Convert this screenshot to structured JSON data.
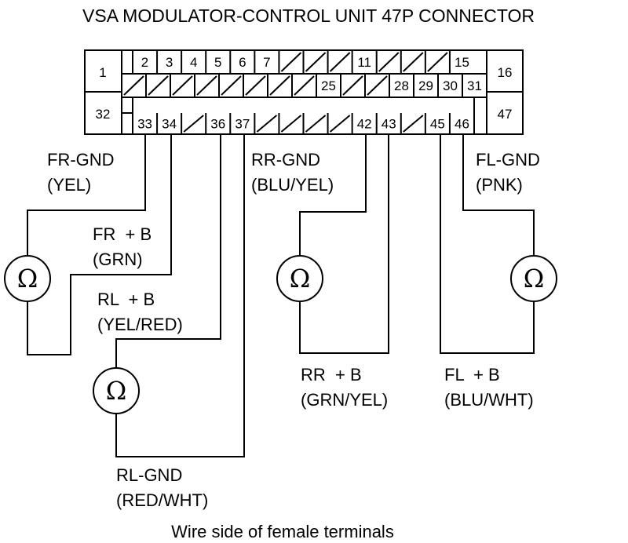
{
  "title": "VSA MODULATOR-CONTROL UNIT 47P CONNECTOR",
  "footer": "Wire side of female terminals",
  "meter_symbol": "Ω",
  "connector": {
    "corner_pins": {
      "top_left": "1",
      "top_right": "16",
      "bottom_left": "32",
      "bottom_right": "47"
    },
    "row1": [
      "2",
      "3",
      "4",
      "5",
      "6",
      "7",
      "",
      "",
      "",
      "11",
      "",
      "",
      "",
      "15"
    ],
    "row2": [
      "",
      "",
      "",
      "",
      "",
      "",
      "",
      "",
      "25",
      "",
      "",
      "28",
      "29",
      "30",
      "31"
    ],
    "row3": [
      "33",
      "34",
      "",
      "36",
      "37",
      "",
      "",
      "",
      "",
      "42",
      "43",
      "",
      "45",
      "46"
    ]
  },
  "circuits": {
    "fr_gnd": [
      "FR-GND",
      "(YEL)"
    ],
    "fr_b": [
      "FR  + B",
      "(GRN)"
    ],
    "rl_b": [
      "RL  + B",
      "(YEL/RED)"
    ],
    "rl_gnd": [
      "RL-GND",
      "(RED/WHT)"
    ],
    "rr_gnd": [
      "RR-GND",
      "(BLU/YEL)"
    ],
    "rr_b": [
      "RR  + B",
      "(GRN/YEL)"
    ],
    "fl_gnd": [
      "FL-GND",
      "(PNK)"
    ],
    "fl_b": [
      "FL  + B",
      "(BLU/WHT)"
    ]
  }
}
